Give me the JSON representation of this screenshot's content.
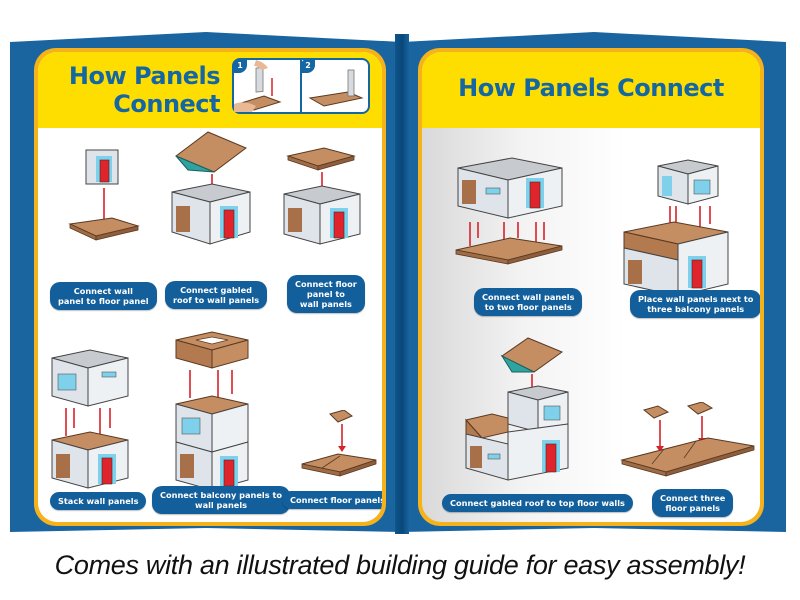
{
  "booklet": {
    "left_page": {
      "title_line1": "How Panels",
      "title_line2": "Connect",
      "steps": [
        {
          "number": "1",
          "description": "hand inserting wall panel into floor panel"
        },
        {
          "number": "2",
          "description": "wall panel connected to floor panel"
        }
      ],
      "instructions": [
        {
          "caption_lines": [
            "Connect wall",
            "panel to floor panel"
          ]
        },
        {
          "caption_lines": [
            "Connect gabled",
            "roof to wall panels"
          ]
        },
        {
          "caption_lines": [
            "Connect floor",
            "panel to",
            "wall panels"
          ]
        },
        {
          "caption_lines": [
            "Stack wall panels"
          ]
        },
        {
          "caption_lines": [
            "Connect balcony panels to",
            "wall panels"
          ]
        },
        {
          "caption_lines": [
            "Connect floor panels"
          ]
        }
      ]
    },
    "right_page": {
      "title": "How Panels Connect",
      "instructions": [
        {
          "caption_lines": [
            "Connect wall panels",
            "to two floor panels"
          ]
        },
        {
          "caption_lines": [
            "Place wall panels next to",
            "three balcony panels"
          ]
        },
        {
          "caption_lines": [
            "Connect gabled roof to top floor walls"
          ]
        },
        {
          "caption_lines": [
            "Connect three",
            "floor panels"
          ]
        }
      ]
    }
  },
  "tagline": "Comes with an illustrated building guide for easy assembly!",
  "colors": {
    "cover_blue": "#1a65a0",
    "header_yellow": "#fede00",
    "page_border_orange": "#f5b21b",
    "title_blue": "#1467a3",
    "caption_blue": "#135f9b",
    "arrow_red": "#d9222a",
    "door_red": "#e0242b",
    "wood_brown": "#c48d62"
  }
}
